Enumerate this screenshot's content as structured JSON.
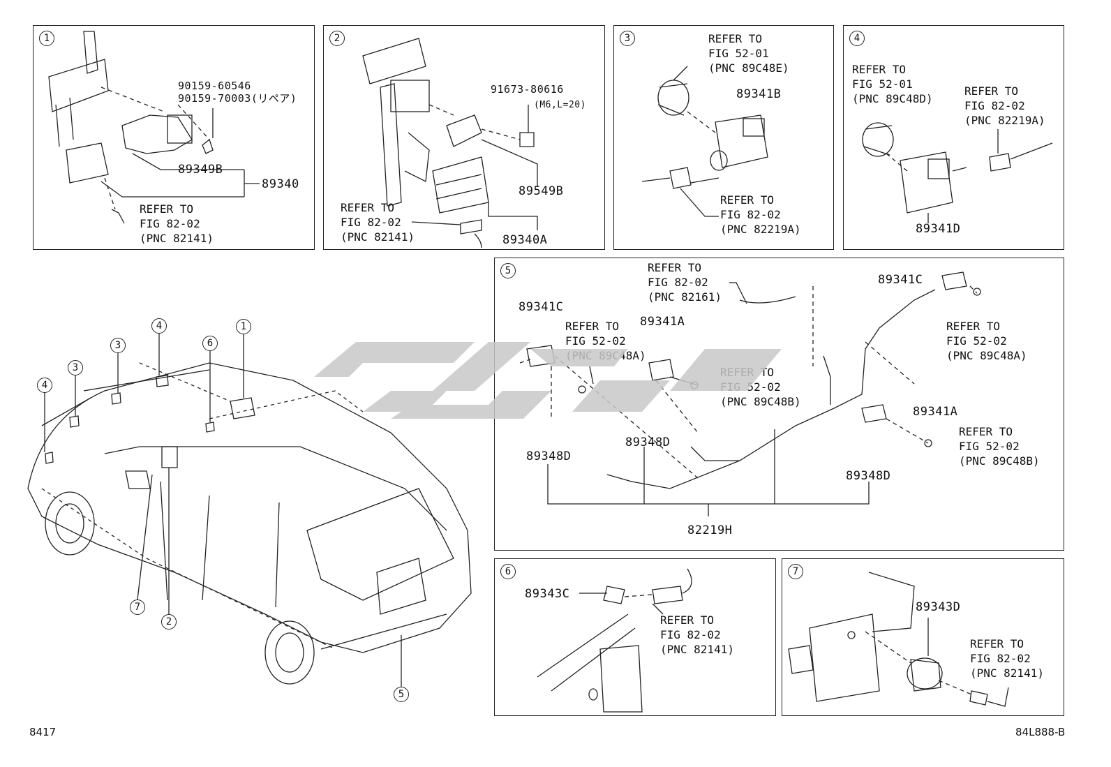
{
  "panels": {
    "p1": {
      "num": "1",
      "parts": {
        "bolt_a": "90159-60546",
        "bolt_b": "90159-70003(リペア)",
        "bracket": "89349B",
        "assy": "89340"
      },
      "ref": [
        "REFER TO",
        "FIG 82-02",
        "(PNC 82141)"
      ]
    },
    "p2": {
      "num": "2",
      "parts": {
        "bolt": "91673-80616",
        "bolt_spec": "(M6,L=20)",
        "bracket": "89549B",
        "assy": "89340A"
      },
      "ref": [
        "REFER TO",
        "FIG 82-02",
        "(PNC 82141)"
      ]
    },
    "p3": {
      "num": "3",
      "parts": {
        "sensor": "89341B"
      },
      "ref_top": [
        "REFER TO",
        "FIG 52-01",
        "(PNC 89C48E)"
      ],
      "ref_bottom": [
        "REFER TO",
        "FIG 82-02",
        "(PNC 82219A)"
      ]
    },
    "p4": {
      "num": "4",
      "parts": {
        "sensor": "89341D"
      },
      "ref_left": [
        "REFER TO",
        "FIG 52-01",
        "(PNC 89C48D)"
      ],
      "ref_right": [
        "REFER TO",
        "FIG 82-02",
        "(PNC 82219A)"
      ]
    },
    "p5": {
      "num": "5",
      "parts": {
        "sensor_c_left": "89341C",
        "sensor_c_right": "89341C",
        "sensor_a_mid": "89341A",
        "sensor_a_right": "89341A",
        "clip_left": "89348D",
        "clip_mid": "89348D",
        "clip_right": "89348D",
        "wire": "82219H"
      },
      "ref_top": [
        "REFER TO",
        "FIG 82-02",
        "(PNC 82161)"
      ],
      "ref_left": [
        "REFER TO",
        "FIG 52-02",
        "(PNC 89C48A)"
      ],
      "ref_mid": [
        "REFER TO",
        "FIG 52-02",
        "(PNC 89C48B)"
      ],
      "ref_right_top": [
        "REFER TO",
        "FIG 52-02",
        "(PNC 89C48A)"
      ],
      "ref_right_bottom": [
        "REFER TO",
        "FIG 52-02",
        "(PNC 89C48B)"
      ]
    },
    "p6": {
      "num": "6",
      "parts": {
        "sensor": "89343C"
      },
      "ref": [
        "REFER TO",
        "FIG 82-02",
        "(PNC 82141)"
      ]
    },
    "p7": {
      "num": "7",
      "parts": {
        "sensor": "89343D"
      },
      "ref": [
        "REFER TO",
        "FIG 82-02",
        "(PNC 82141)"
      ]
    }
  },
  "car_callouts": [
    "4",
    "3",
    "3",
    "4",
    "6",
    "1",
    "7",
    "2",
    "5"
  ],
  "footer": {
    "left": "8417",
    "right": "84L888-B"
  },
  "colors": {
    "line": "#222222",
    "watermark": "#c8c8c8"
  }
}
